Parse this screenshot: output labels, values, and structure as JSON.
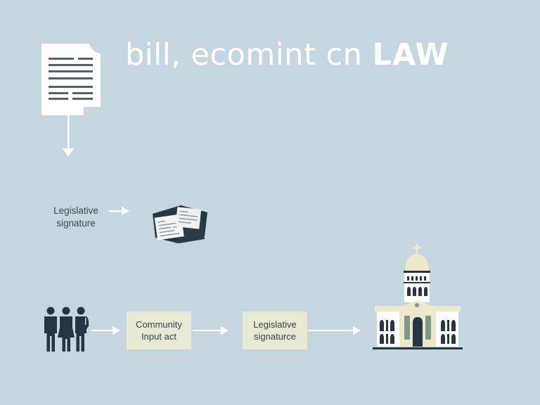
{
  "title": {
    "part1": "bill, ecomint cn ",
    "part2": "LAW"
  },
  "side_label": {
    "line1": "Legislative",
    "line2": "signature"
  },
  "flow": {
    "boxes": [
      {
        "line1": "Community",
        "line2": "Input act"
      },
      {
        "line1": "Legislative",
        "line2": "signaturce"
      }
    ]
  },
  "icons": {
    "document": "document-icon",
    "down_arrow": "arrow-down-icon",
    "documents_stack": "documents-stack-icon",
    "people": "people-group-icon",
    "capitol": "capitol-building-icon",
    "right_arrow": "arrow-right-icon"
  },
  "colors": {
    "background": "#c6d6de",
    "text_white": "#ffffff",
    "dark_slate": "#26353f",
    "box_fill": "#e8e9d2",
    "cream": "#ece8cc",
    "green_accent": "#7d9a86"
  }
}
